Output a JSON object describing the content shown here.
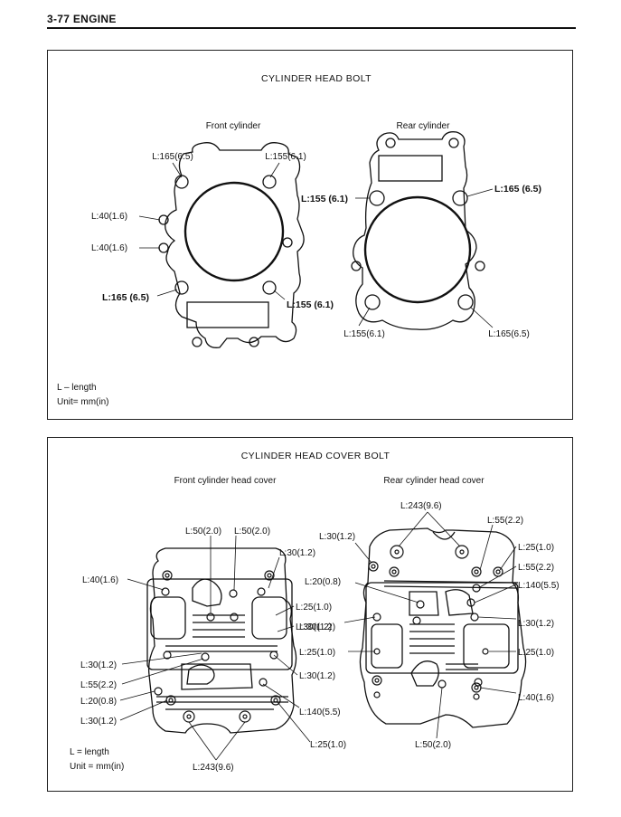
{
  "header": {
    "title": "3-77 ENGINE"
  },
  "head_bolt": {
    "title": "CYLINDER HEAD BOLT",
    "front_caption": "Front cylinder",
    "rear_caption": "Rear cylinder",
    "front_labels": {
      "top_left": "L:165(6.5)",
      "top_right": "L:155(6.1)",
      "left_upper": "L:40(1.6)",
      "left_lower": "L:40(1.6)",
      "bottom_left": "L:165 (6.5)",
      "bottom_right": "L:155 (6.1)"
    },
    "rear_labels": {
      "upper_left": "L:155 (6.1)",
      "upper_right": "L:165 (6.5)",
      "bottom_left": "L:155(6.1)",
      "bottom_right": "L:165(6.5)"
    },
    "legend_length": "L – length",
    "legend_unit": "Unit= mm(in)"
  },
  "cover_bolt": {
    "title": "CYLINDER HEAD COVER BOLT",
    "front_caption": "Front cylinder head cover",
    "rear_caption": "Rear cylinder head cover",
    "front_labels": {
      "top_a": "L:50(2.0)",
      "top_b": "L:50(2.0)",
      "top_right": "L:30(1.2)",
      "left_top": "L:40(1.6)",
      "right_1": "L:25(1.0)",
      "right_2": "L:30(1.2)",
      "left_1": "L:30(1.2)",
      "left_2": "L:55(2.2)",
      "left_3": "L:20(0.8)",
      "left_4": "L:30(1.2)",
      "right_3": "L:140(5.5)",
      "right_4": "L:25(1.0)",
      "bottom": "L:243(9.6)"
    },
    "rear_labels": {
      "top": "L:243(9.6)",
      "top_right_a": "L:55(2.2)",
      "top_left": "L:30(1.2)",
      "right_1": "L:25(1.0)",
      "right_2": "L:55(2.2)",
      "left_1": "L:20(0.8)",
      "right_3": "L:140(5.5)",
      "right_4": "L:30(1.2)",
      "right_5": "L:25(1.0)",
      "right_6": "L:40(1.6)",
      "bottom": "L:50(2.0)"
    },
    "shared_label": "L:30(1.2)",
    "left_25": "L:25(1.0)",
    "legend_length": "L = length",
    "legend_unit": "Unit = mm(in)"
  }
}
